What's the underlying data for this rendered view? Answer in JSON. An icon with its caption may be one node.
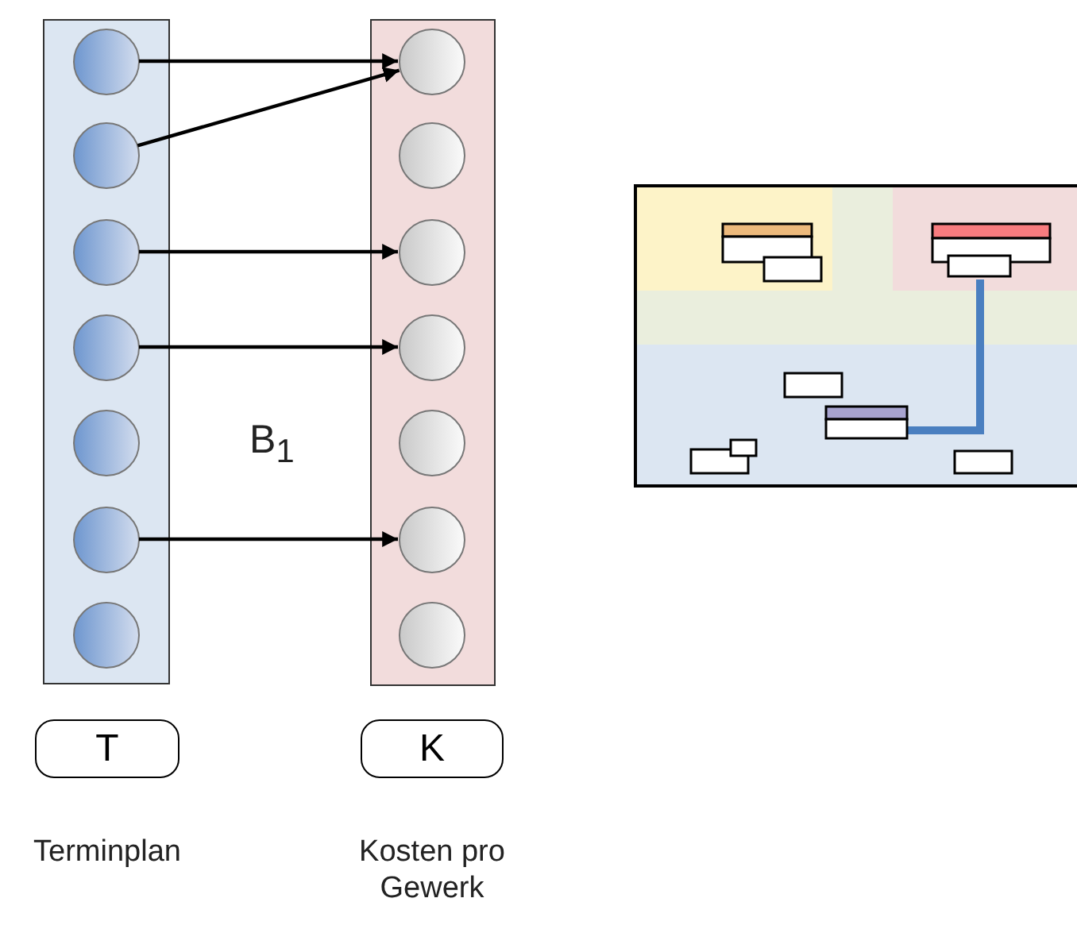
{
  "diagram": {
    "nodes": [
      {
        "text": [],
        "shape": "box"
      },
      {
        "text": [],
        "shape": "circle",
        "in": 0
      },
      {
        "text": [],
        "shape": "circle",
        "in": 0
      },
      {
        "text": [],
        "shape": "circle",
        "in": 0
      },
      {
        "text": [],
        "shape": "circle",
        "in": 0
      },
      {
        "text": [],
        "shape": "circle",
        "in": 0
      },
      {
        "text": [],
        "shape": "circle",
        "in": 0
      },
      {
        "text": [],
        "shape": "circle",
        "in": 0
      },
      {
        "text": [],
        "shape": "box"
      },
      {
        "text": [],
        "shape": "circle",
        "in": 8
      },
      {
        "text": [],
        "shape": "circle",
        "in": 8
      },
      {
        "text": [],
        "shape": "circle",
        "in": 8
      },
      {
        "text": [],
        "shape": "circle",
        "in": 8
      },
      {
        "text": [],
        "shape": "circle",
        "in": 8
      },
      {
        "text": [],
        "shape": "circle",
        "in": 8
      },
      {
        "text": [],
        "shape": "circle",
        "in": 8
      },
      {
        "text": [
          "T"
        ],
        "beside": [
          "Terminplan"
        ]
      },
      {
        "text": [
          "K"
        ],
        "beside": [
          "Kosten pro Gewerk"
        ]
      }
    ],
    "edges": [
      {
        "from": 1,
        "to": 9,
        "arrow": "to"
      },
      {
        "from": 2,
        "to": 9,
        "arrow": "to"
      },
      {
        "from": 3,
        "to": 11,
        "arrow": "to"
      },
      {
        "from": 4,
        "to": 12,
        "arrow": "to"
      },
      {
        "from": 6,
        "to": 14,
        "arrow": "to"
      }
    ],
    "labels": [
      "B$_{1}$"
    ]
  }
}
